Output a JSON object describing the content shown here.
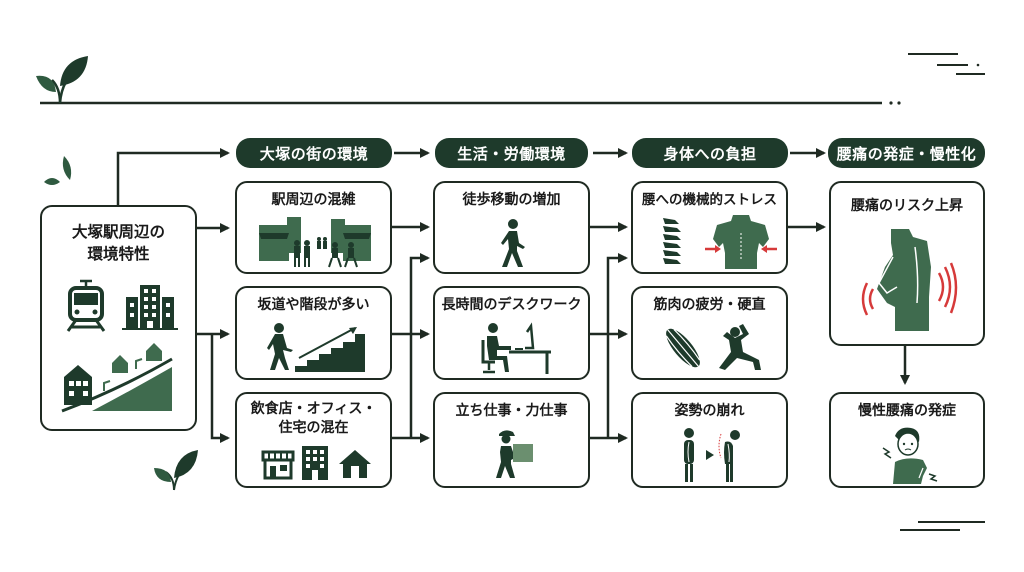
{
  "colors": {
    "primary": "#1e3a2b",
    "icon_green": "#3f6b4e",
    "line": "#1f2a22",
    "alert_red": "#d63a3a",
    "background": "#ffffff"
  },
  "decorations": {
    "top_line": "horizontal-rule-with-dots",
    "leaf_icons": [
      "sprout-icon-top-left",
      "leaves-icon-left",
      "sprout-icon-bottom-left"
    ],
    "corner_lines": [
      "dash-lines-top-right",
      "dash-lines-bottom-right"
    ]
  },
  "source": {
    "title_line1": "大塚駅周辺の",
    "title_line2": "環境特性",
    "icons": [
      "train-icon",
      "office-building-icon",
      "hillside-houses-icon"
    ]
  },
  "stages": [
    {
      "header": "大塚の街の環境",
      "items": [
        {
          "title": "駅周辺の混雑",
          "icon": "crowded-street-icon"
        },
        {
          "title": "坂道や階段が多い",
          "icon": "climbing-stairs-icon"
        },
        {
          "title_line1": "飲食店・オフィス・",
          "title_line2": "住宅の混在",
          "icons": [
            "shop-icon",
            "office-icon",
            "house-icon"
          ]
        }
      ]
    },
    {
      "header": "生活・労働環境",
      "items": [
        {
          "title": "徒歩移動の増加",
          "icon": "walking-person-icon"
        },
        {
          "title": "長時間のデスクワーク",
          "icon": "desk-worker-icon"
        },
        {
          "title": "立ち仕事・力仕事",
          "icon": "carrying-box-icon"
        }
      ]
    },
    {
      "header": "身体への負担",
      "items": [
        {
          "title": "腰への機械的ストレス",
          "icons": [
            "spine-icon",
            "lower-back-compression-icon"
          ]
        },
        {
          "title": "筋肉の疲労・硬直",
          "icons": [
            "muscle-icon",
            "stretching-person-icon"
          ]
        },
        {
          "title": "姿勢の崩れ",
          "icons": [
            "upright-posture-icon",
            "slouched-posture-icon"
          ]
        }
      ]
    },
    {
      "header": "腰痛の発症・慢性化",
      "items": [
        {
          "title": "腰痛のリスク上昇",
          "icon": "back-pain-icon"
        },
        {
          "title": "慢性腰痛の発症",
          "icon": "person-in-pain-icon"
        }
      ]
    }
  ]
}
